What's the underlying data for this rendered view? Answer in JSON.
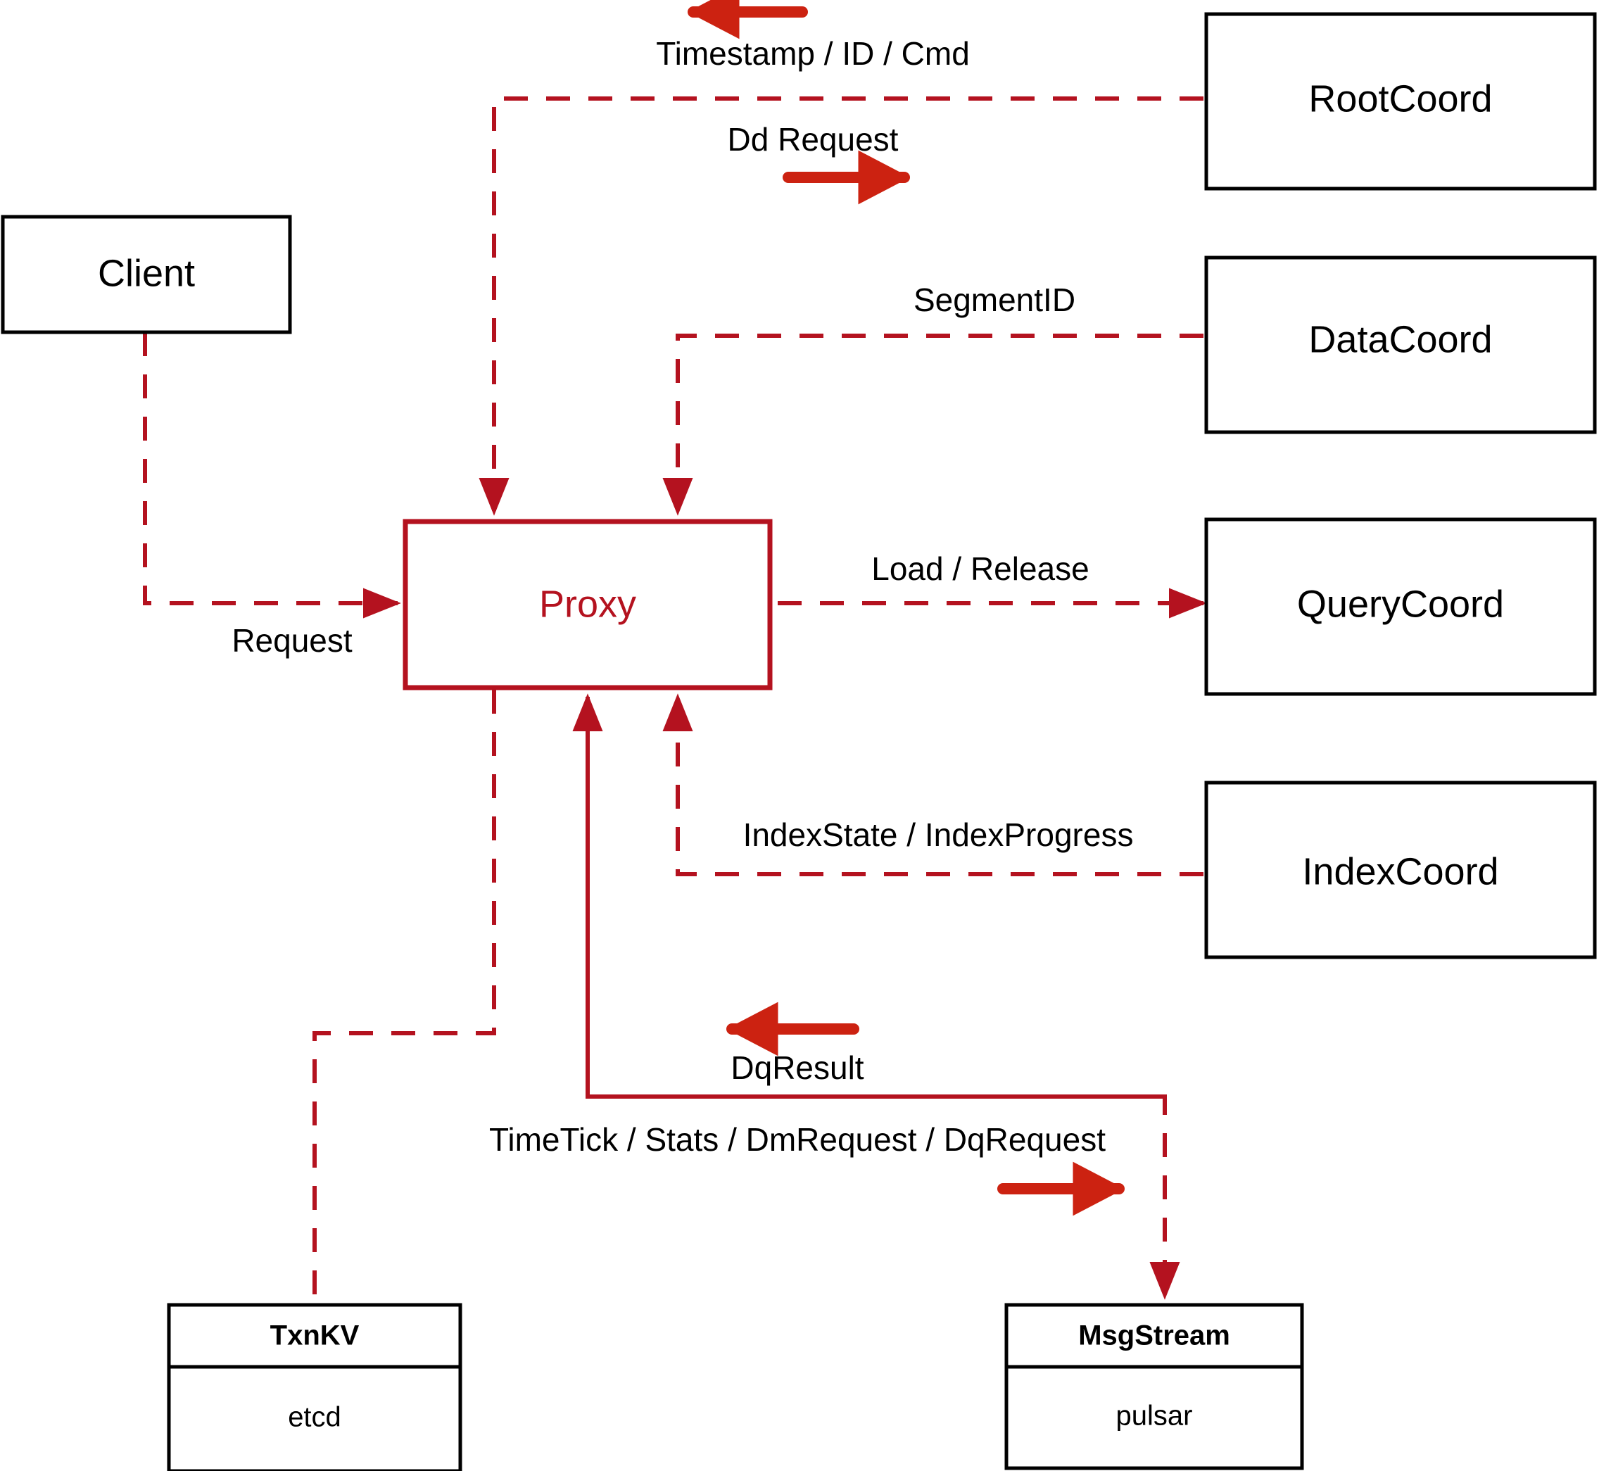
{
  "diagram": {
    "title": "Milvus Proxy interaction diagram",
    "colors": {
      "accent": "#B4121F",
      "solid_arrow": "#CC2211",
      "node_stroke": "#000000",
      "background": "#FFFFFF"
    },
    "nodes": {
      "client": {
        "label": "Client"
      },
      "proxy": {
        "label": "Proxy"
      },
      "root_coord": {
        "label": "RootCoord"
      },
      "data_coord": {
        "label": "DataCoord"
      },
      "query_coord": {
        "label": "QueryCoord"
      },
      "index_coord": {
        "label": "IndexCoord"
      },
      "txnkv": {
        "label": "TxnKV",
        "impl": "etcd"
      },
      "msgstream": {
        "label": "MsgStream",
        "impl": "pulsar"
      }
    },
    "edges": [
      {
        "id": "request",
        "label": "Request",
        "from": "client",
        "to": "proxy",
        "direction": "to-proxy"
      },
      {
        "id": "timestamp-id-cmd",
        "label": "Timestamp / ID / Cmd",
        "from": "root_coord",
        "to": "proxy",
        "direction": "to-proxy"
      },
      {
        "id": "dd-request",
        "label": "Dd Request",
        "from": "proxy",
        "to": "root_coord",
        "direction": "from-proxy"
      },
      {
        "id": "segment-id",
        "label": "SegmentID",
        "from": "data_coord",
        "to": "proxy",
        "direction": "to-proxy"
      },
      {
        "id": "load-release",
        "label": "Load / Release",
        "from": "proxy",
        "to": "query_coord",
        "direction": "from-proxy"
      },
      {
        "id": "index-state",
        "label": "IndexState / IndexProgress",
        "from": "index_coord",
        "to": "proxy",
        "direction": "to-proxy"
      },
      {
        "id": "dq-result",
        "label": "DqResult",
        "from": "msgstream",
        "to": "proxy",
        "direction": "to-proxy"
      },
      {
        "id": "timetick-stats",
        "label": "TimeTick / Stats / DmRequest / DqRequest",
        "from": "proxy",
        "to": "msgstream",
        "direction": "from-proxy"
      },
      {
        "id": "txnkv-link",
        "label": "",
        "from": "proxy",
        "to": "txnkv",
        "direction": "bidirectional"
      }
    ]
  }
}
